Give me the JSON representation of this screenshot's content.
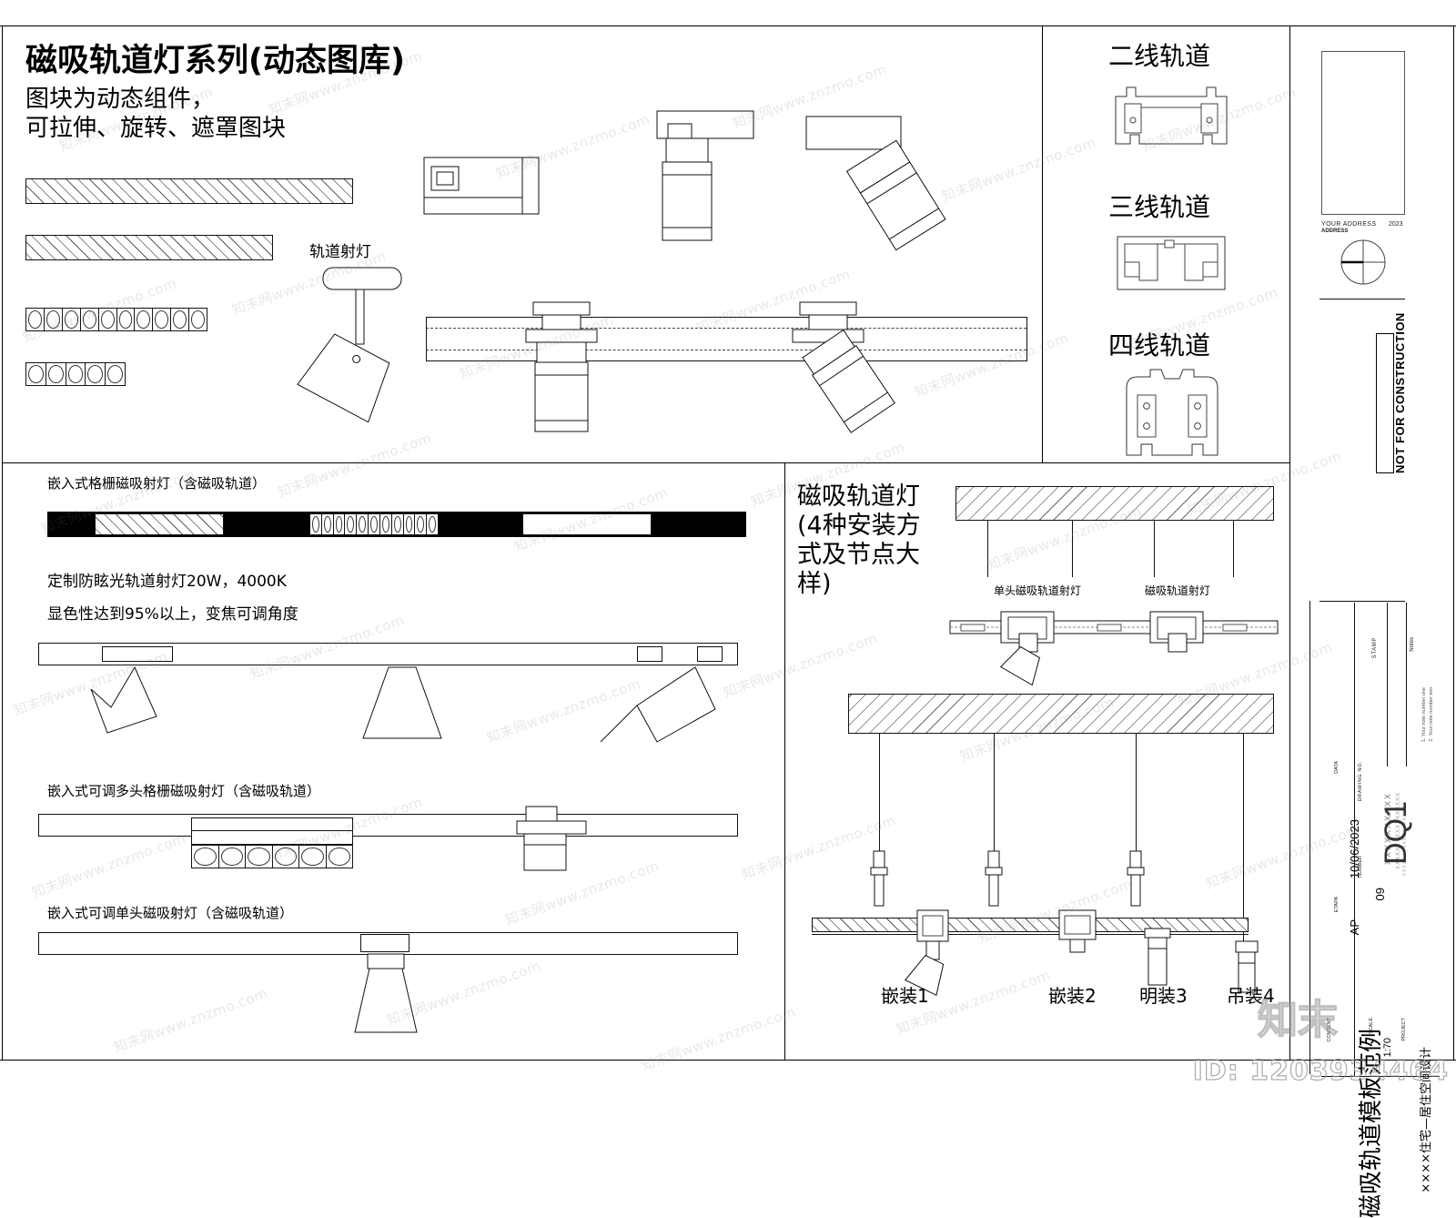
{
  "sheet": {
    "title": "磁吸轨道灯系列(动态图库)",
    "subtitle": "图块为动态组件，\n可拉伸、旋转、遮罩图块"
  },
  "top_left": {
    "spot_label": "轨道射灯"
  },
  "track_types": [
    {
      "name": "二线轨道"
    },
    {
      "name": "三线轨道"
    },
    {
      "name": "四线轨道"
    }
  ],
  "left_sections": [
    {
      "heading": "嵌入式格栅磁吸射灯（含磁吸轨道）"
    },
    {
      "heading": "嵌入式可调多头格栅磁吸射灯（含磁吸轨道）"
    },
    {
      "heading": "嵌入式可调单头磁吸射灯（含磁吸轨道）"
    }
  ],
  "spec_notes": [
    "定制防眩光轨道射灯20W，4000K",
    "显色性达到95%以上，变焦可调角度"
  ],
  "right_panel": {
    "heading": "磁吸轨道灯\n(4种安装方\n式及节点大\n样)",
    "detail_labels": [
      "单头磁吸轨道射灯",
      "磁吸轨道射灯"
    ],
    "install_labels": [
      "嵌装1",
      "嵌装2",
      "明装3",
      "吊装4"
    ]
  },
  "titleblock": {
    "address_label": "YOUR  ADDRESS",
    "address_sub": "ADDRESS",
    "year": "2023",
    "not_for_construction": "NOT FOR CONSTRUCTION",
    "stamp_label": "STAMP",
    "stamp_x": "XXXXXXXXXX",
    "stamp_x2": "XXXXXXXXXXXXXXXXX",
    "stamp_x3": "XXXXXXXXXXXXXXXXXXX",
    "notes_label": "Notes",
    "note_1": "1.  Your note number one",
    "note_2": "2.  Your note number two",
    "drawing_no_label": "DRAWING  NO.",
    "drawing_no": "DQ1",
    "number_label": "NUMBER",
    "number": "09",
    "data_label": "DATA",
    "data": "10/06/2023",
    "etapa_label": "ETAPA",
    "etapa": "AP",
    "content_label": "CONTENT",
    "content": "磁吸轨道模板范例",
    "scale_label": "SCALE",
    "scale": "1:70",
    "project_label": "PROJECT",
    "project": "××××住宅—居住空间设计"
  },
  "watermarks": {
    "id": "ID: 1203934464",
    "logo": "知末",
    "text": "知末网www.znzmo.com"
  },
  "colors": {
    "ink": "#000000",
    "hatch": "#5a5a5a",
    "frame": "#8a8a8a"
  }
}
